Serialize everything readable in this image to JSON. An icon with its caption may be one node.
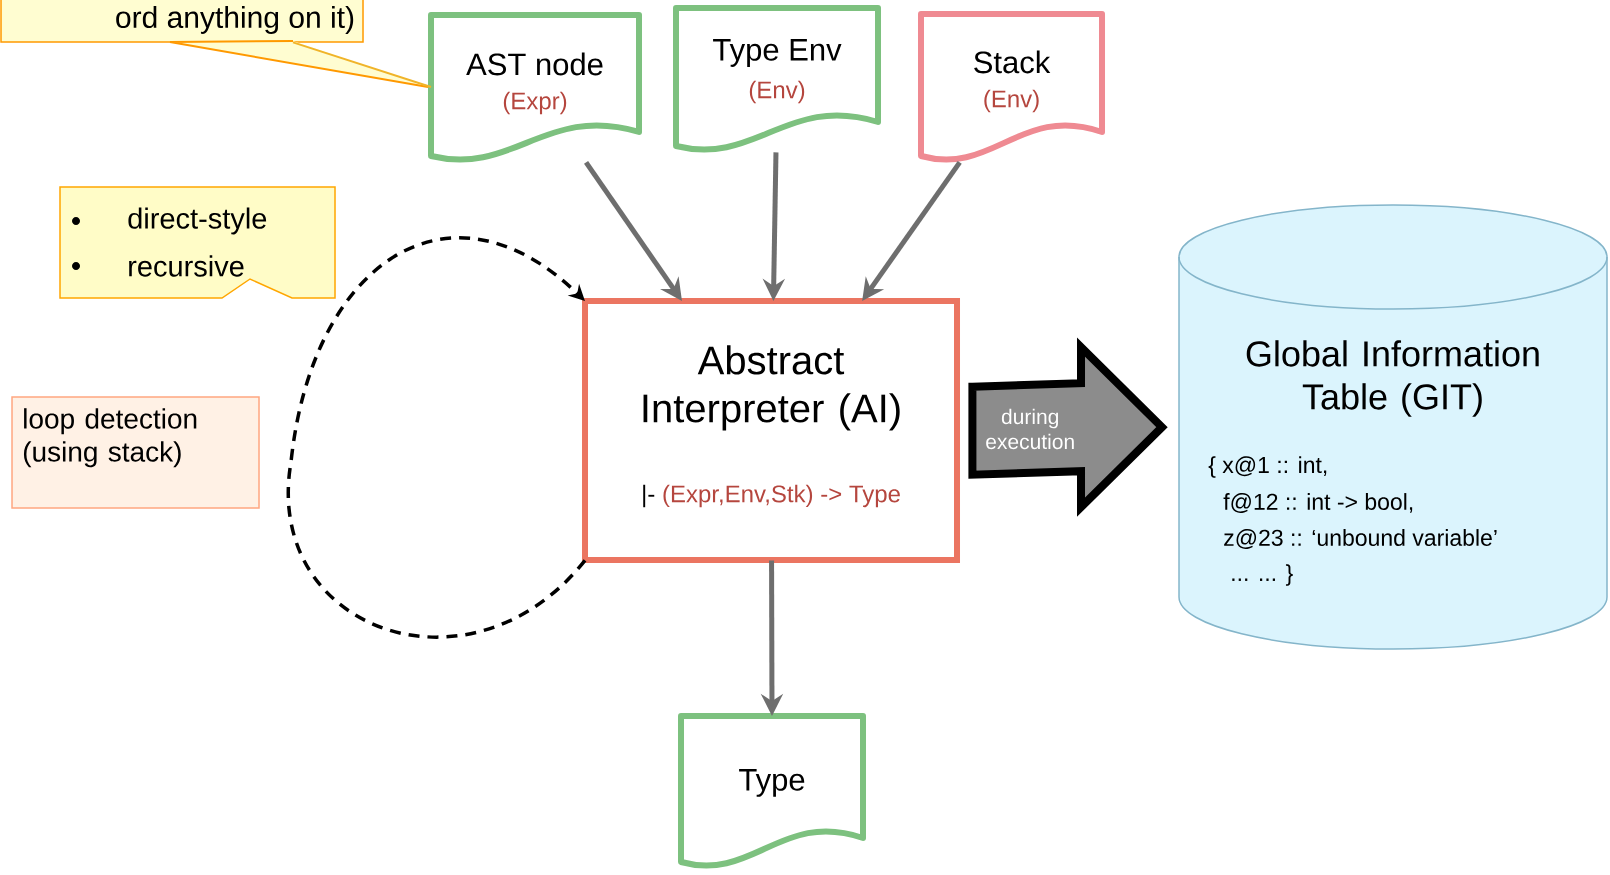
{
  "diagram": {
    "nodes": [
      {
        "text": [
          "ord anything on it)"
        ]
      },
      {
        "text": [
          "AST node",
          "(Expr)"
        ]
      },
      {
        "text": [
          "Type Env",
          "(Env)"
        ]
      },
      {
        "text": [
          "Stack",
          "(Env)"
        ]
      },
      {
        "text": [
          "direct-style",
          "recursive"
        ]
      },
      {
        "text": [
          "loop detection (using stack)"
        ]
      },
      {
        "text": [
          "Abstract Interpreter (AI)",
          "|-",
          "(Expr,Env,Stk) -> Type"
        ]
      },
      {
        "text": [
          "Global Information Table (GIT)",
          "{ x@1  :: int,",
          "f@12 :: int -> bool,",
          "z@23 :: ‘unbound variable’",
          "... ... }"
        ]
      },
      {
        "text": [
          "Type"
        ]
      }
    ],
    "edges": [
      {
        "from": 0,
        "to": 1,
        "arrow": "none",
        "color": "#f0b429"
      },
      {
        "from": 1,
        "to": 6,
        "arrow": "to"
      },
      {
        "from": 2,
        "to": 6,
        "arrow": "to"
      },
      {
        "from": 3,
        "to": 6,
        "arrow": "to"
      },
      {
        "from": 6,
        "to": 8,
        "arrow": "to"
      },
      {
        "from": 6,
        "to": 6,
        "arrow": "to",
        "style": "dashed",
        "color": "#000000"
      },
      {
        "from": 6,
        "to": 7,
        "arrow": "to",
        "label": "during execution",
        "style": "thick",
        "color": "#8c8c8c"
      }
    ]
  }
}
